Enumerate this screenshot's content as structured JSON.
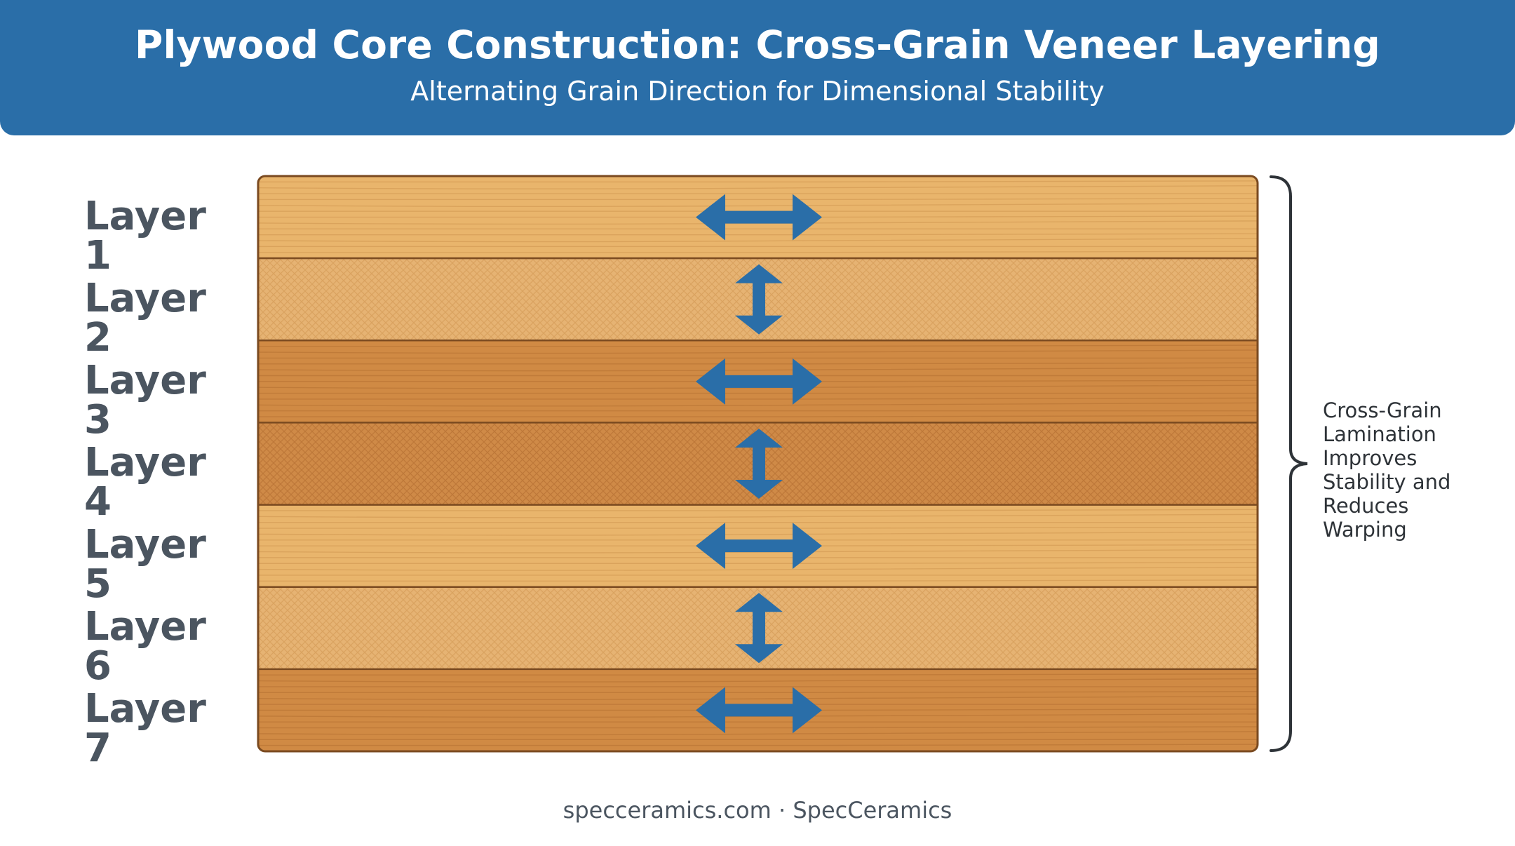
{
  "header": {
    "title": "Plywood Core Construction: Cross-Grain Veneer Layering",
    "subtitle": "Alternating Grain Direction for Dimensional Stability"
  },
  "layers": [
    {
      "label": "Layer 1",
      "grain": "horizontal",
      "tone": "light"
    },
    {
      "label": "Layer 2",
      "grain": "vertical",
      "tone": "light"
    },
    {
      "label": "Layer 3",
      "grain": "horizontal",
      "tone": "dark"
    },
    {
      "label": "Layer 4",
      "grain": "vertical",
      "tone": "dark"
    },
    {
      "label": "Layer 5",
      "grain": "horizontal",
      "tone": "light"
    },
    {
      "label": "Layer 6",
      "grain": "vertical",
      "tone": "light"
    },
    {
      "label": "Layer 7",
      "grain": "horizontal",
      "tone": "dark"
    }
  ],
  "side_note": {
    "lines": [
      "Cross-Grain",
      "Lamination",
      "Improves",
      "Stability and",
      "Reduces",
      "Warping"
    ]
  },
  "footer": {
    "text": "specceramics.com · SpecCeramics"
  },
  "colors": {
    "header_bg": "#2a6ea8",
    "arrow": "#2a6ea8",
    "wood_light": "#e9b56c",
    "wood_light_cross": "#e6b373",
    "wood_dark": "#d08a44",
    "wood_dark_cross": "#cf8a47",
    "wood_border": "#7a4a20",
    "label_text": "#4b5560"
  }
}
